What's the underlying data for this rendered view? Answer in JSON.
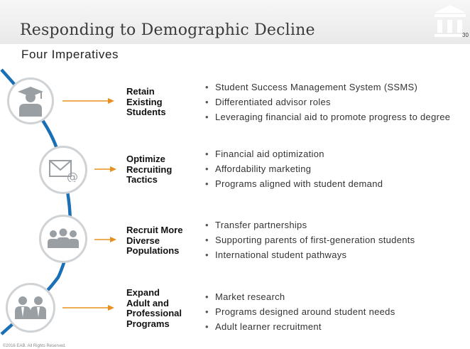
{
  "slide": {
    "title": "Responding to Demographic Decline",
    "subtitle": "Four Imperatives",
    "page_number": "30",
    "footer": "©2016 EAB. All Rights Reserved."
  },
  "imperatives": [
    {
      "icon": "graduate-icon",
      "label_lines": [
        "Retain",
        "Existing",
        "Students"
      ],
      "bullets": [
        "Student Success Management System (SSMS)",
        "Differentiated advisor roles",
        "Leveraging financial aid to promote progress to degree"
      ]
    },
    {
      "icon": "mail-icon",
      "label_lines": [
        "Optimize",
        "Recruiting",
        "Tactics"
      ],
      "bullets": [
        "Financial aid optimization",
        "Affordability marketing",
        "Programs aligned with student demand"
      ]
    },
    {
      "icon": "group-icon",
      "label_lines": [
        "Recruit More",
        "Diverse",
        "Populations"
      ],
      "bullets": [
        "Transfer partnerships",
        "Supporting parents of first-generation students",
        "International student pathways"
      ]
    },
    {
      "icon": "professionals-icon",
      "label_lines": [
        "Expand",
        "Adult and",
        "Professional",
        "Programs"
      ],
      "bullets": [
        "Market research",
        "Programs designed around student needs",
        "Adult learner recruitment"
      ]
    }
  ],
  "colors": {
    "curve": "#1a6fb5",
    "arrow": "#e8901d",
    "circle_border": "#cfd3d6",
    "icon": "#9a9fa4"
  }
}
